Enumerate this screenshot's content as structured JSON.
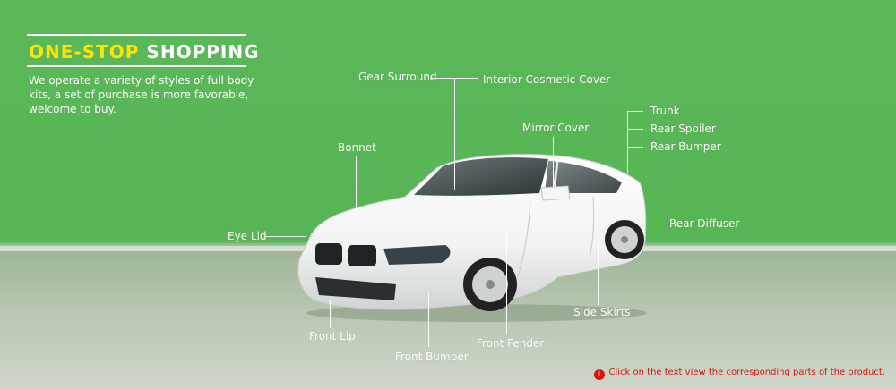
{
  "header": {
    "title_part1": "ONE-STOP",
    "title_part2": "SHOPPING",
    "description": "We operate a variety of styles of full body kits, a set of purchase is more favorable, welcome to buy."
  },
  "parts": {
    "gear_surround": "Gear Surround",
    "interior_cosmetic_cover": "Interior Cosmetic Cover",
    "mirror_cover": "Mirror Cover",
    "trunk": "Trunk",
    "rear_spoiler": "Rear Spoiler",
    "rear_bumper": "Rear Bumper",
    "bonnet": "Bonnet",
    "eye_lid": "Eye Lid",
    "rear_diffuser": "Rear Diffuser",
    "side_skirts": "Side Skirts",
    "front_lip": "Front Lip",
    "front_fender": "Front Fender",
    "front_bumper": "Front Bumper"
  },
  "hint": {
    "icon": "info-icon",
    "text": "Click on the text view the corresponding parts of the product."
  },
  "colors": {
    "background_green": "#5cb85a",
    "title_accent": "#ffe400",
    "hint_red": "#d6170c"
  }
}
